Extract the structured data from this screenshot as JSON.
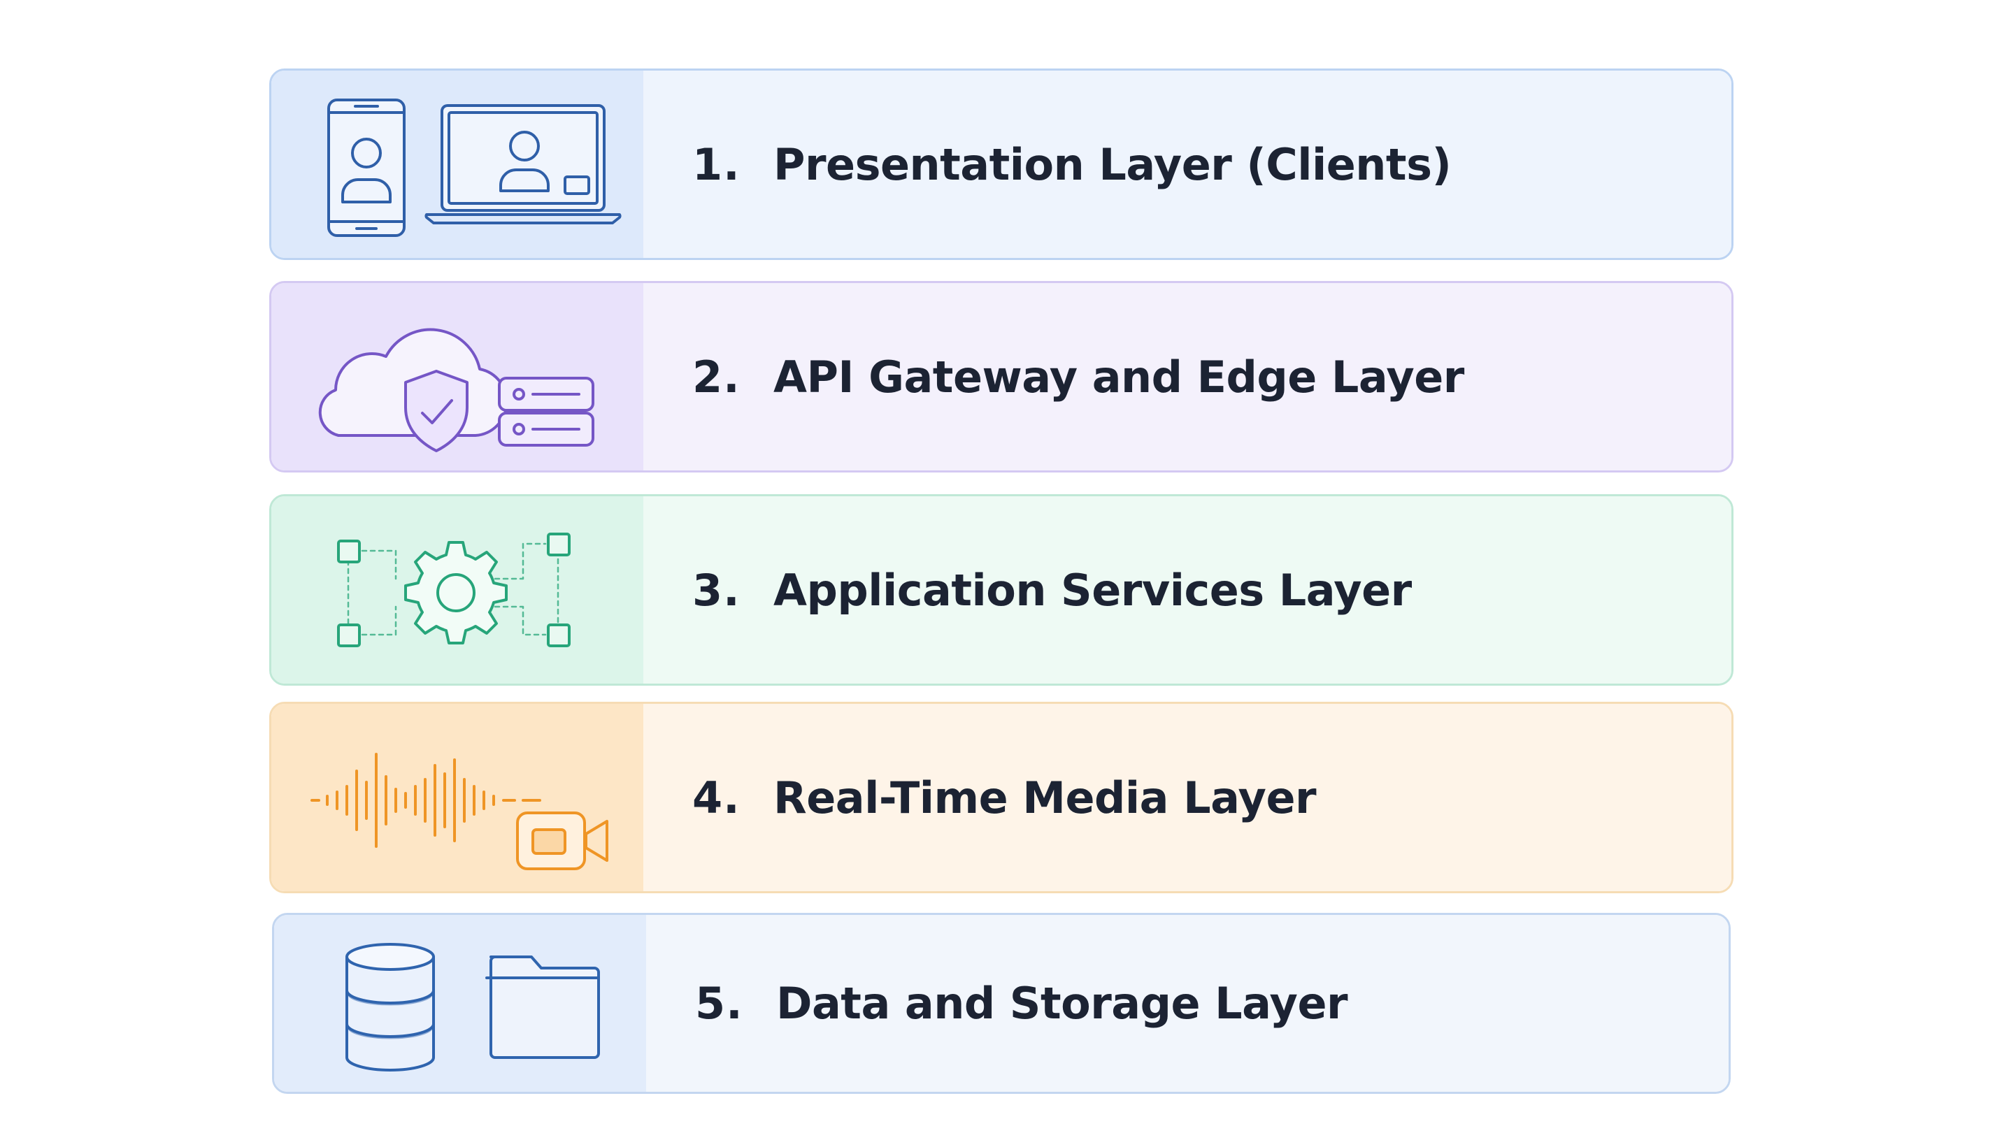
{
  "layers": [
    {
      "number": "1.",
      "label": "Presentation Layer (Clients)",
      "icon": "devices-icon",
      "color": "#2f5fa8"
    },
    {
      "number": "2.",
      "label": "API Gateway and Edge Layer",
      "icon": "cloud-shield-server-icon",
      "color": "#7556c6"
    },
    {
      "number": "3.",
      "label": "Application Services Layer",
      "icon": "gear-network-icon",
      "color": "#27a57a"
    },
    {
      "number": "4.",
      "label": "Real-Time Media Layer",
      "icon": "audio-video-icon",
      "color": "#ef9525"
    },
    {
      "number": "5.",
      "label": "Data and Storage Layer",
      "icon": "database-folder-icon",
      "color": "#2f64ae"
    }
  ]
}
